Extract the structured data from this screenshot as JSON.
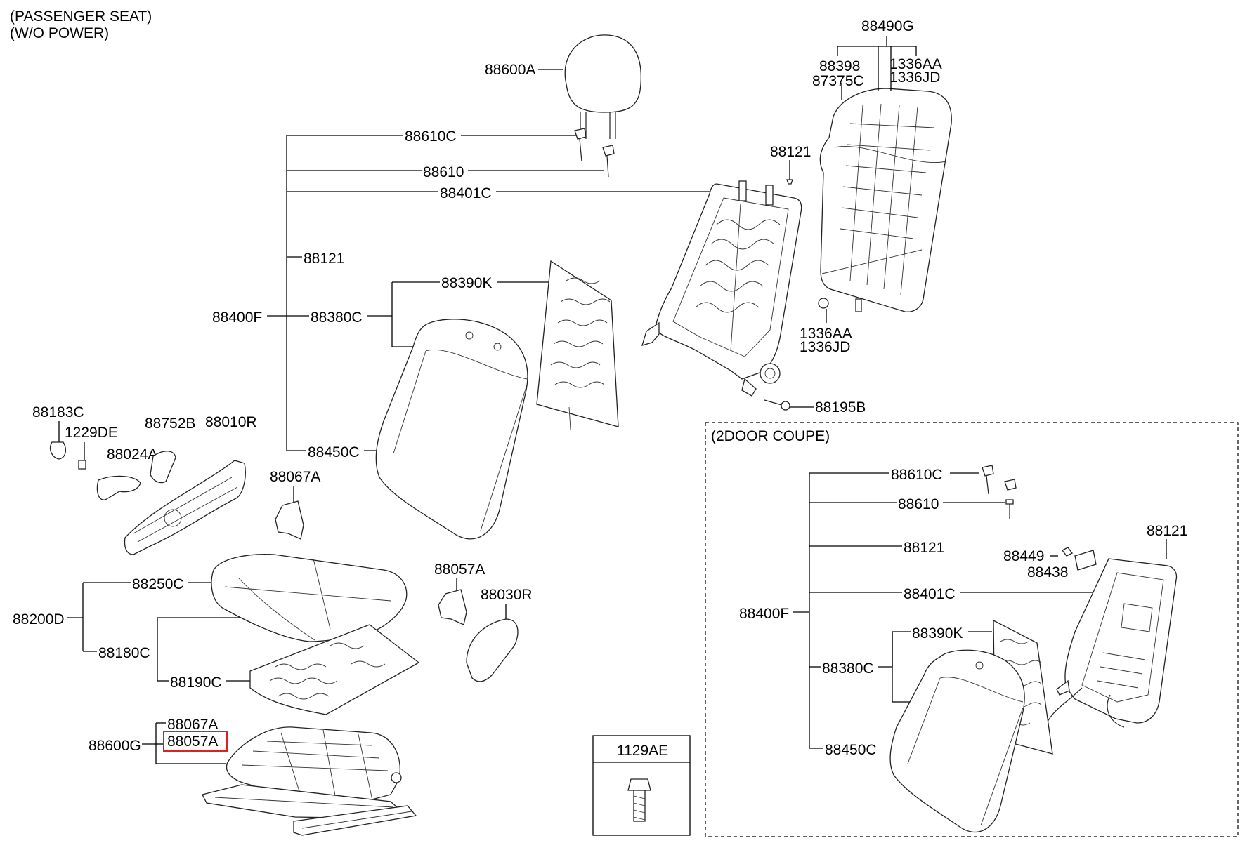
{
  "header": {
    "line1": "(PASSENGER SEAT)",
    "line2": "(W/O POWER)"
  },
  "section_2door": {
    "title": "(2DOOR COUPE)"
  },
  "fastener_box": {
    "part_no": "1129AE"
  },
  "highlighted_part": "88057A",
  "labels": {
    "p88600A": "88600A",
    "p88490G": "88490G",
    "p88398": "88398",
    "p87375C": "87375C",
    "p1336AA_top": "1336AA",
    "p1336JD_top": "1336JD",
    "p88610C": "88610C",
    "p88610": "88610",
    "p88401C": "88401C",
    "p88121_frame": "88121",
    "p88121_left": "88121",
    "p88390K": "88390K",
    "p88400F": "88400F",
    "p88380C": "88380C",
    "p1336AA_bot": "1336AA",
    "p1336JD_bot": "1336JD",
    "p88195B": "88195B",
    "p88450C": "88450C",
    "p88183C": "88183C",
    "p1229DE": "1229DE",
    "p88752B": "88752B",
    "p88010R": "88010R",
    "p88024A": "88024A",
    "p88067A_mid": "88067A",
    "p88057A_mid": "88057A",
    "p88030R": "88030R",
    "p88250C": "88250C",
    "p88200D": "88200D",
    "p88180C": "88180C",
    "p88190C": "88190C",
    "p88067A_low": "88067A",
    "p88057A_low": "88057A",
    "p88600G": "88600G"
  },
  "coupe_labels": {
    "p88610C": "88610C",
    "p88610": "88610",
    "p88121_a": "88121",
    "p88121_b": "88121",
    "p88449": "88449",
    "p88438": "88438",
    "p88401C": "88401C",
    "p88400F": "88400F",
    "p88390K": "88390K",
    "p88380C": "88380C",
    "p88450C": "88450C"
  }
}
